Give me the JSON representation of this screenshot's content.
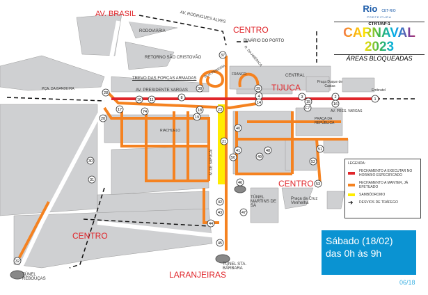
{
  "header": {
    "logo_text": "Rio",
    "logo_subtitle": "PREFEITURA",
    "agency": "CET-RIO",
    "code": "CTRT/AP-1",
    "title": "CARNAVAL 2023",
    "subtitle": "ÁREAS BLOQUEADAS"
  },
  "regions": {
    "centro_top": "CENTRO",
    "centro_right": "CENTRO",
    "centro_bottom": "CENTRO",
    "laranjeiras": "LARANJEIRAS",
    "tijuca": "TIJUCA",
    "av_brasil": "AV. BRASIL"
  },
  "places": {
    "rodoviaria": "RODOVIÁRIA",
    "retorno": "RETORNO SÃO CRISTOVÃO",
    "trevo": "TREVO DAS FORÇAS ARMADAS",
    "av_pres_vargas": "AV. PRESIDENTE VARGAS",
    "av_rodrigues_alves": "AV. RODRIGUES ALVES",
    "binario": "BINÁRIO DO PORTO",
    "central": "CENTRAL",
    "praca_duque": "Praça Duque de Caxias",
    "embratel": "Embratel",
    "praca_republica": "PRAÇA DA REPÚBLICA",
    "av_pres_vargas_right": "AV.  PRES.  VARGAS",
    "tunel_martins": "TÚNEL MARTINS DE SÁ",
    "praca_cruz": "Praça da Cruz Vermelha",
    "tunel_sta_barbara": "TÚNEL STA. BÁRBARA",
    "tunel_reboucas": "TÚNEL REBOUÇAS",
    "pca_bandeira": "PÇA. DA BANDEIRA",
    "franco": "FRANCO",
    "pereira": "RUA PEREIRA",
    "sambodromo_street": "M. DE SAPUCAÍ",
    "riachuelo": "RIACHUELO",
    "da_america": "R. DA AMÉRICA"
  },
  "markers": [
    "1",
    "2",
    "3",
    "4",
    "8",
    "10",
    "11",
    "14",
    "15",
    "16",
    "F7",
    "17",
    "18",
    "19",
    "20",
    "23",
    "21",
    "28",
    "30",
    "31",
    "32",
    "37",
    "38",
    "39",
    "40",
    "41",
    "42",
    "43",
    "44",
    "45",
    "46",
    "47",
    "48",
    "49",
    "50",
    "51",
    "52",
    "53",
    "74"
  ],
  "legend": {
    "title": "LEGENDA:",
    "items": [
      {
        "label": "FECHAMENTO A EXECUTAR NO HORÁRIO ESPECIFICADO",
        "color": "#e0262b"
      },
      {
        "label": "FECHAMENTO A MANTER, JÁ EFETUADO",
        "color": "#f58220"
      },
      {
        "label": "SAMBÓDROMO",
        "color": "#ffec00"
      },
      {
        "label": "DESVIOS DE TRÁFEGO",
        "color": "#111111"
      }
    ]
  },
  "info": {
    "line1": "Sábado (18/02)",
    "line2": "das 0h às 9h"
  },
  "page_number": "06/18",
  "colors": {
    "block": "#cfd0d2",
    "road": "#ffffff",
    "closed": "#e0262b",
    "kept": "#f58220",
    "sambodromo": "#ffec00",
    "info_bg": "#0a93d2"
  }
}
